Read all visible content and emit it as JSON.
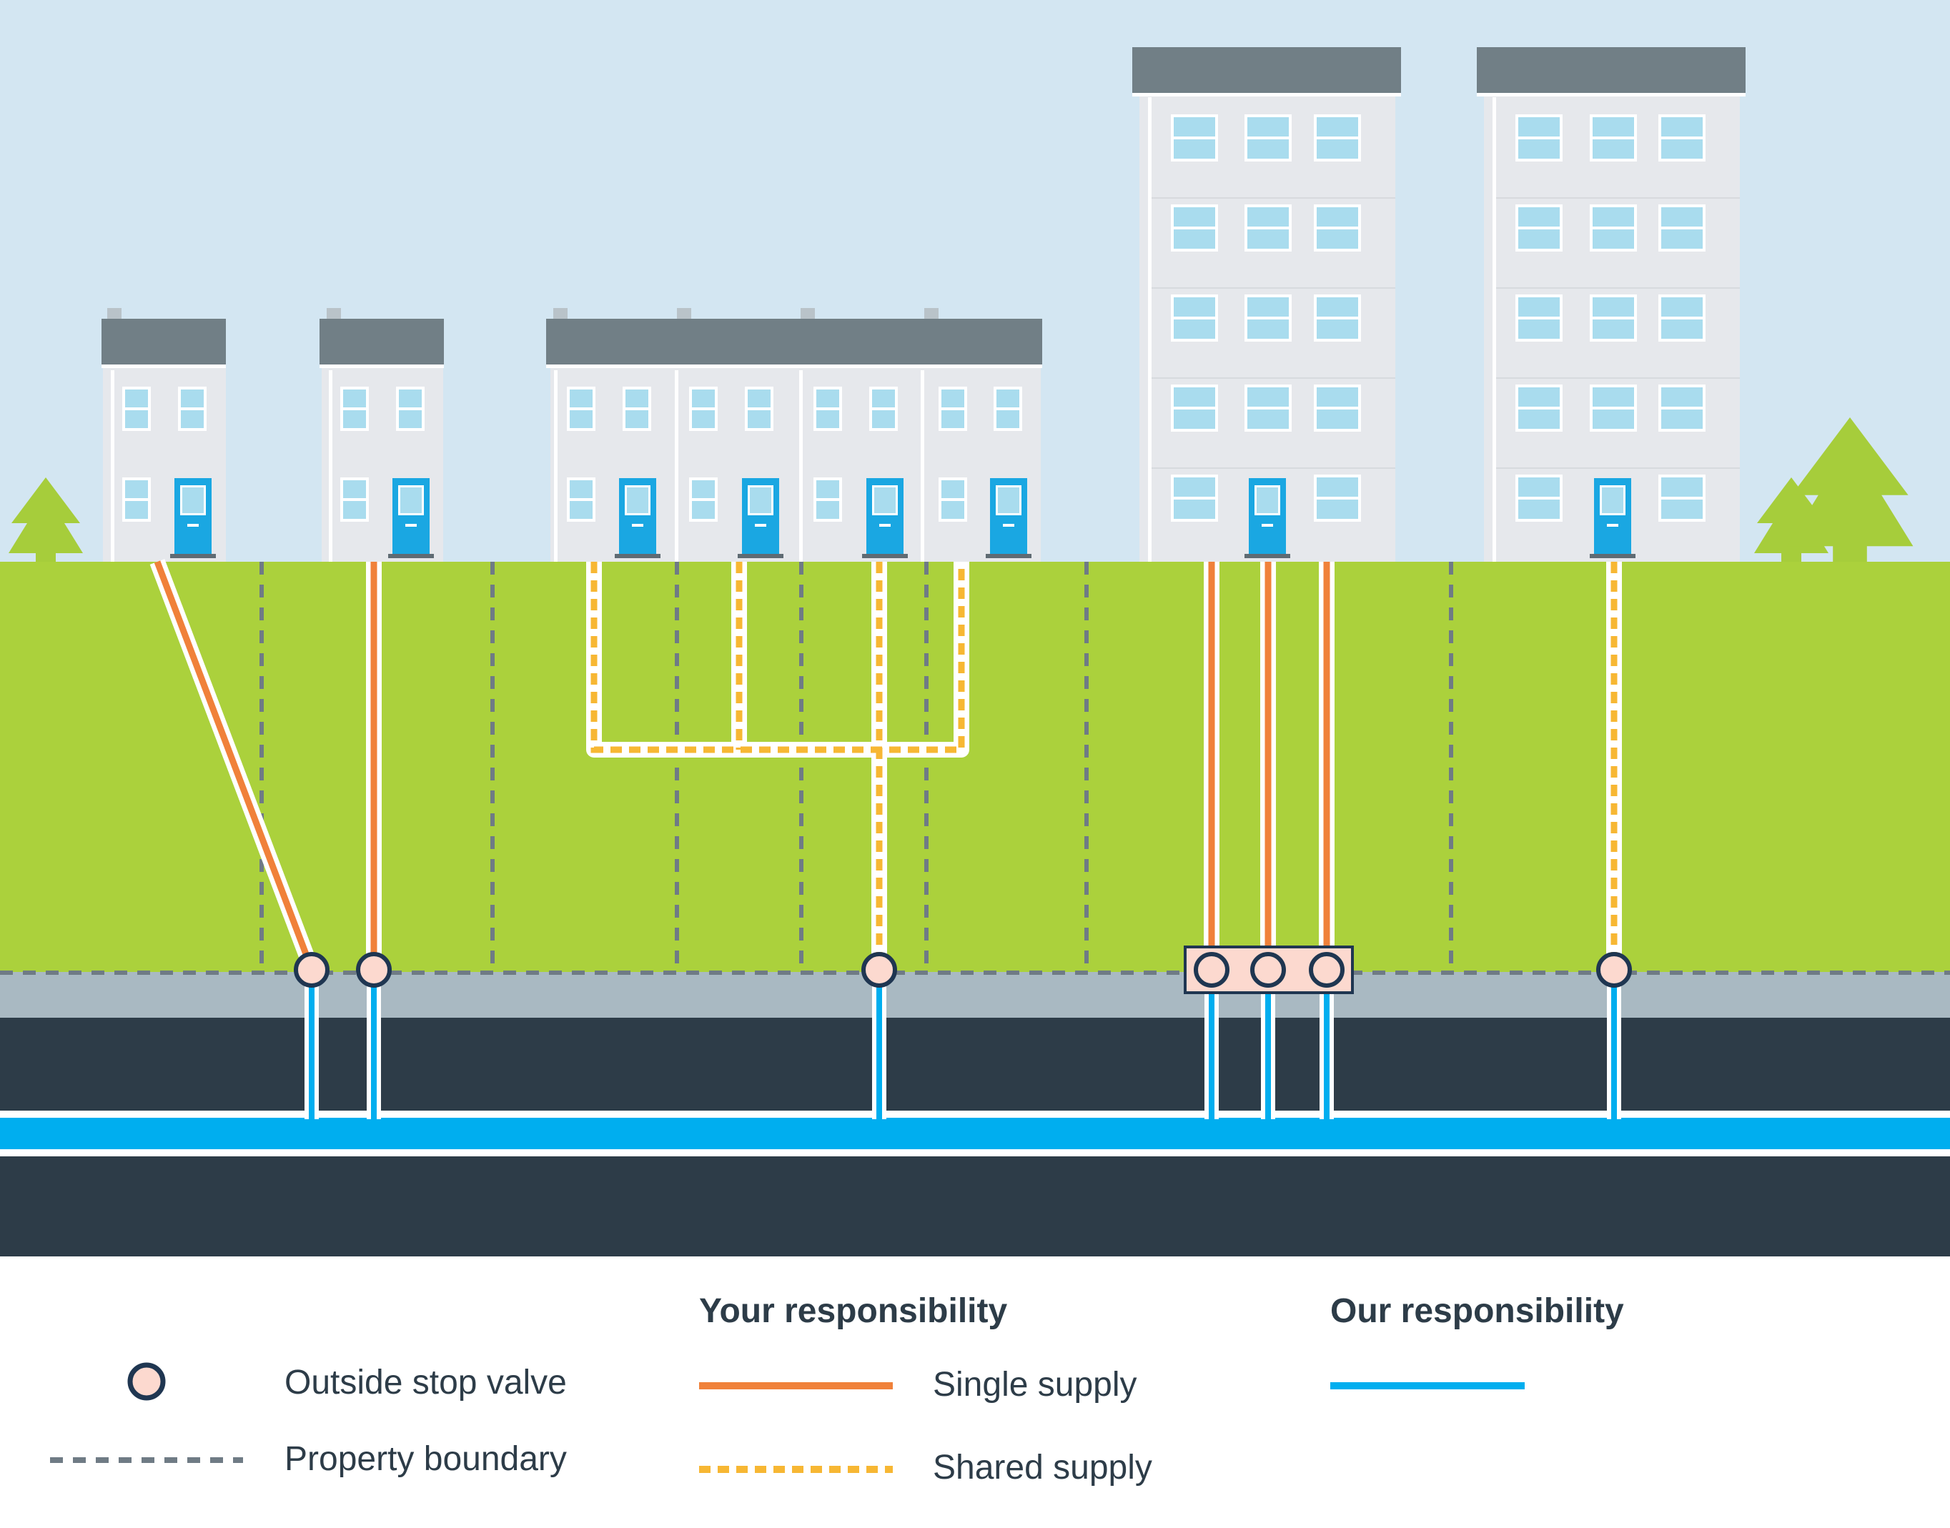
{
  "colors": {
    "sky": "#d3e6f2",
    "grass": "#abd13c",
    "pavement": "#a9b9c2",
    "road": "#2d3c48",
    "main_pipe": "#00aeef",
    "single_supply": "#f0813a",
    "shared_supply": "#f7b733",
    "valve_fill": "#fcd9cf",
    "valve_stroke": "#1f3651",
    "boundary": "#6f7b85",
    "roof": "#717f86",
    "wall": "#e6e8ec",
    "window": "#a9dcee",
    "door": "#1aa7e2",
    "tree": "#a6cd3b"
  },
  "icons": {
    "valve": "circle-valve-icon",
    "tree": "tree-icon",
    "house": "house-icon",
    "flats": "apartment-building-icon"
  },
  "legend": {
    "valve_label": "Outside stop valve",
    "boundary_label": "Property boundary",
    "your_responsibility_heading": "Your responsibility",
    "single_supply_label": "Single supply",
    "shared_supply_label": "Shared supply",
    "our_responsibility_heading": "Our responsibility"
  }
}
